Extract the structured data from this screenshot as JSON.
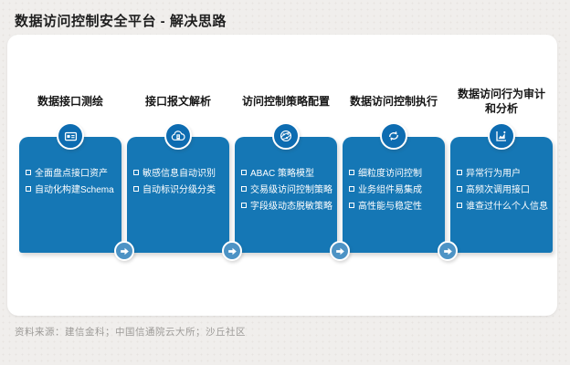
{
  "page": {
    "title": "数据访问控制安全平台 - 解决思路",
    "source": "资料来源：建信金科；中国信通院云大所；沙丘社区"
  },
  "colors": {
    "card_blue": "#1577b5",
    "circle_blue": "#0d6cb1",
    "arrow_blue": "#4d93c5",
    "panel_bg": "#ffffff",
    "page_bg": "#f0eeec"
  },
  "columns": [
    {
      "title": "数据接口测绘",
      "icon": "id-card-icon",
      "bullets": [
        "全面盘点接口资产",
        "自动化构建Schema"
      ]
    },
    {
      "title": "接口报文解析",
      "icon": "cloud-document-icon",
      "bullets": [
        "敏感信息自动识别",
        "自动标识分级分类"
      ]
    },
    {
      "title": "访问控制策略配置",
      "icon": "globe-network-icon",
      "bullets": [
        "ABAC 策略模型",
        "交易级访问控制策略",
        "字段级动态脱敏策略"
      ]
    },
    {
      "title": "数据访问控制执行",
      "icon": "sync-arrows-icon",
      "bullets": [
        "细粒度访问控制",
        "业务组件易集成",
        "高性能与稳定性"
      ]
    },
    {
      "title": "数据访问行为审计和分析",
      "icon": "area-chart-icon",
      "bullets": [
        "异常行为用户",
        "高频次调用接口",
        "谁查过什么个人信息"
      ]
    }
  ]
}
